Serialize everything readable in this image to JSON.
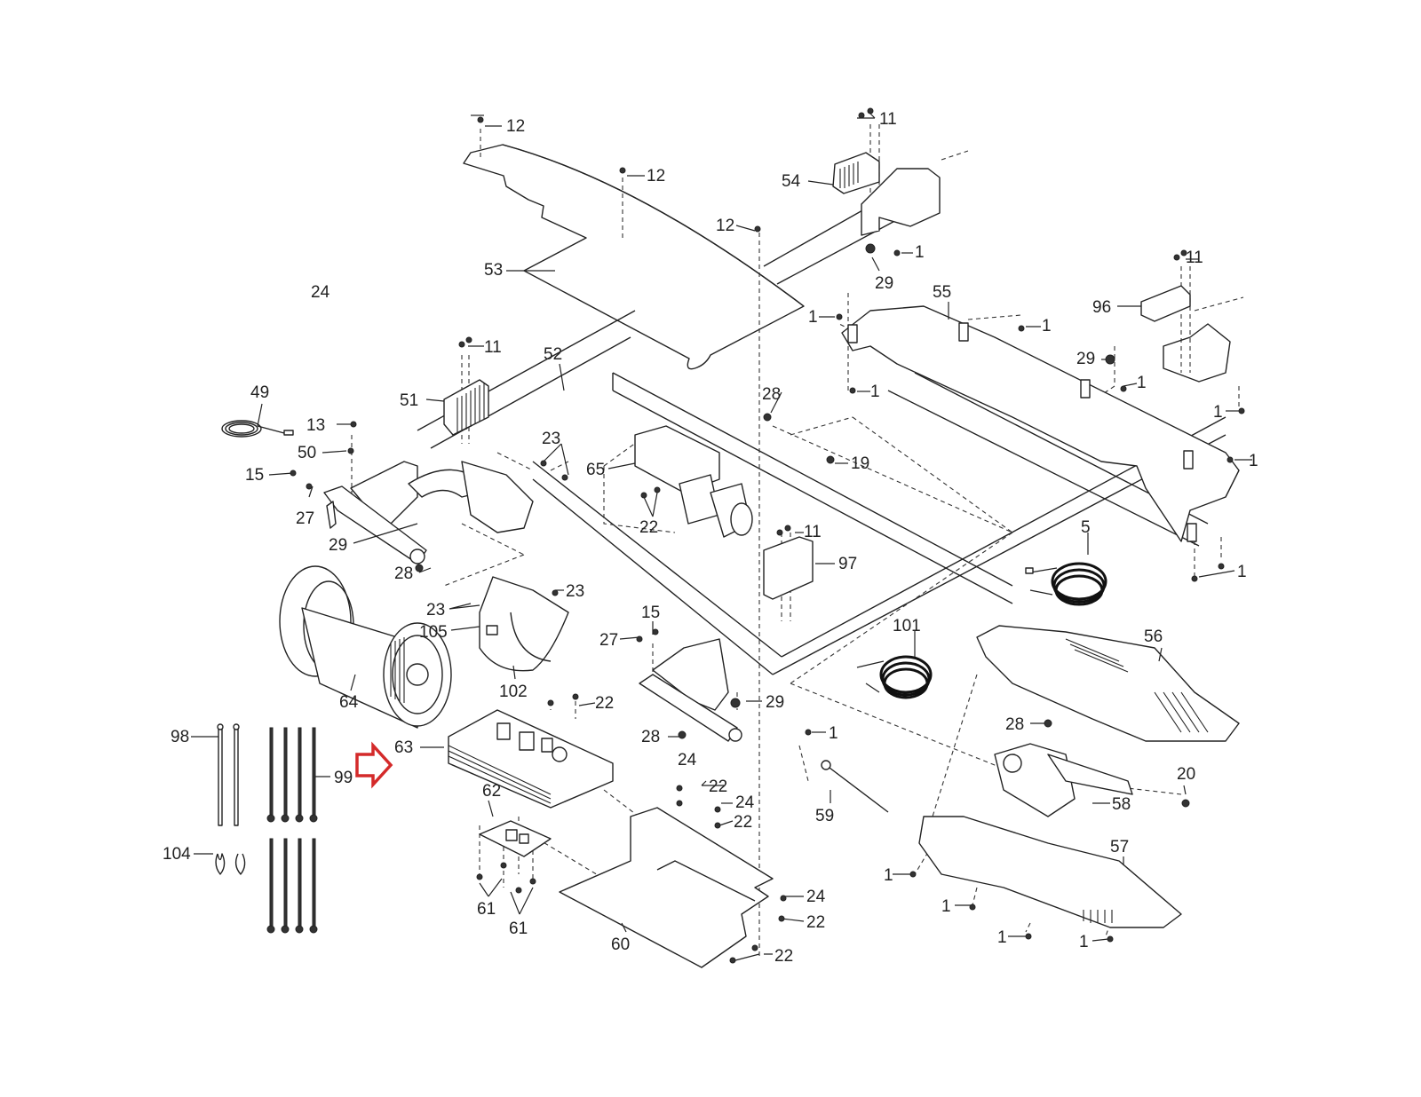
{
  "diagram": {
    "type": "exploded-parts-diagram",
    "subject": "treadmill motor hood / front frame assembly",
    "highlight": {
      "part": "63",
      "arrow_color": "#d42a2a"
    },
    "callouts": [
      {
        "id": "c12a",
        "label": "12"
      },
      {
        "id": "c12b",
        "label": "12"
      },
      {
        "id": "c12c",
        "label": "12"
      },
      {
        "id": "c11a",
        "label": "11"
      },
      {
        "id": "c11b",
        "label": "11"
      },
      {
        "id": "c11c",
        "label": "11"
      },
      {
        "id": "c11d",
        "label": "11"
      },
      {
        "id": "c54",
        "label": "54"
      },
      {
        "id": "c1a",
        "label": "1"
      },
      {
        "id": "c29a",
        "label": "29"
      },
      {
        "id": "c24a",
        "label": "24"
      },
      {
        "id": "c53",
        "label": "53"
      },
      {
        "id": "c55",
        "label": "55"
      },
      {
        "id": "c96",
        "label": "96"
      },
      {
        "id": "c1b",
        "label": "1"
      },
      {
        "id": "c1c",
        "label": "1"
      },
      {
        "id": "c29b",
        "label": "29"
      },
      {
        "id": "c1d",
        "label": "1"
      },
      {
        "id": "c1e",
        "label": "1"
      },
      {
        "id": "c1f",
        "label": "1"
      },
      {
        "id": "c1g",
        "label": "1"
      },
      {
        "id": "c1h",
        "label": "1"
      },
      {
        "id": "c52",
        "label": "52"
      },
      {
        "id": "c51",
        "label": "51"
      },
      {
        "id": "c49",
        "label": "49"
      },
      {
        "id": "c28a",
        "label": "28"
      },
      {
        "id": "c13",
        "label": "13"
      },
      {
        "id": "c50",
        "label": "50"
      },
      {
        "id": "c23a",
        "label": "23"
      },
      {
        "id": "c65",
        "label": "65"
      },
      {
        "id": "c19",
        "label": "19"
      },
      {
        "id": "c15a",
        "label": "15"
      },
      {
        "id": "c27a",
        "label": "27"
      },
      {
        "id": "c22a",
        "label": "22"
      },
      {
        "id": "c29c",
        "label": "29"
      },
      {
        "id": "c28b",
        "label": "28"
      },
      {
        "id": "c23b",
        "label": "23"
      },
      {
        "id": "c23c",
        "label": "23"
      },
      {
        "id": "c105",
        "label": "105"
      },
      {
        "id": "c97",
        "label": "97"
      },
      {
        "id": "c5",
        "label": "5"
      },
      {
        "id": "c15b",
        "label": "15"
      },
      {
        "id": "c27b",
        "label": "27"
      },
      {
        "id": "c101",
        "label": "101"
      },
      {
        "id": "c56",
        "label": "56"
      },
      {
        "id": "c64",
        "label": "64"
      },
      {
        "id": "c102",
        "label": "102"
      },
      {
        "id": "c22b",
        "label": "22"
      },
      {
        "id": "c29d",
        "label": "29"
      },
      {
        "id": "c98",
        "label": "98"
      },
      {
        "id": "c63",
        "label": "63"
      },
      {
        "id": "c28c",
        "label": "28"
      },
      {
        "id": "c1i",
        "label": "1"
      },
      {
        "id": "c28d",
        "label": "28"
      },
      {
        "id": "c99",
        "label": "99"
      },
      {
        "id": "c24b",
        "label": "24"
      },
      {
        "id": "c22c",
        "label": "22"
      },
      {
        "id": "c20",
        "label": "20"
      },
      {
        "id": "c62",
        "label": "62"
      },
      {
        "id": "c24c",
        "label": "24"
      },
      {
        "id": "c22d",
        "label": "22"
      },
      {
        "id": "c59",
        "label": "59"
      },
      {
        "id": "c58",
        "label": "58"
      },
      {
        "id": "c104",
        "label": "104"
      },
      {
        "id": "c57",
        "label": "57"
      },
      {
        "id": "c1j",
        "label": "1"
      },
      {
        "id": "c24d",
        "label": "24"
      },
      {
        "id": "c61a",
        "label": "61"
      },
      {
        "id": "c22e",
        "label": "22"
      },
      {
        "id": "c1k",
        "label": "1"
      },
      {
        "id": "c61b",
        "label": "61"
      },
      {
        "id": "c60",
        "label": "60"
      },
      {
        "id": "c1l",
        "label": "1"
      },
      {
        "id": "c1m",
        "label": "1"
      },
      {
        "id": "c22f",
        "label": "22"
      }
    ]
  }
}
